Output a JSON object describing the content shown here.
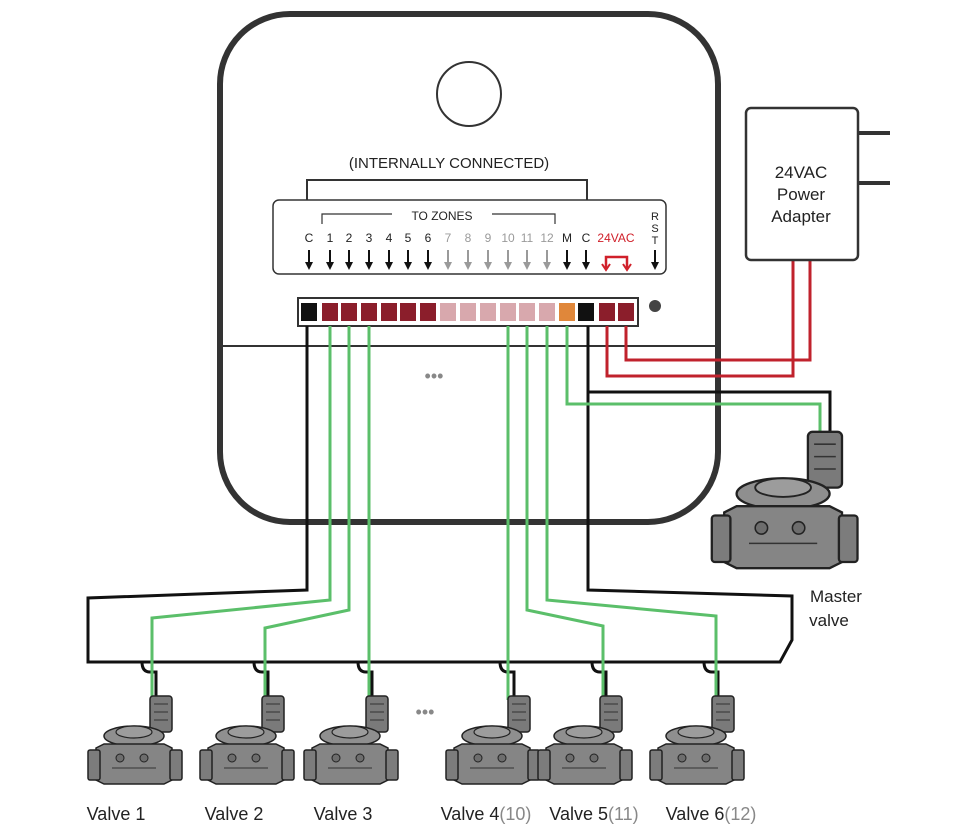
{
  "header": {
    "internally_connected": "(INTERNALLY CONNECTED)",
    "to_zones": "TO ZONES"
  },
  "terminals": {
    "c_left": "C",
    "zones": [
      "1",
      "2",
      "3",
      "4",
      "5",
      "6",
      "7",
      "8",
      "9",
      "10",
      "11",
      "12"
    ],
    "m": "M",
    "c_right": "C",
    "vac": "24VAC",
    "rst": [
      "R",
      "S",
      "T"
    ]
  },
  "adapter": {
    "line1": "24VAC",
    "line2": "Power",
    "line3": "Adapter"
  },
  "master": {
    "line1": "Master",
    "line2": "valve"
  },
  "ellipsis": "•••",
  "valves": [
    {
      "name": "Valve 1",
      "alt": ""
    },
    {
      "name": "Valve 2",
      "alt": ""
    },
    {
      "name": "Valve 3",
      "alt": ""
    },
    {
      "name": "Valve 4",
      "alt": "(10)"
    },
    {
      "name": "Valve 5",
      "alt": "(11)"
    },
    {
      "name": "Valve 6",
      "alt": "(12)"
    }
  ],
  "colors": {
    "black_terminal": "#111111",
    "dark_red_terminal": "#8b1e2b",
    "pink_terminal": "#d8a8ad",
    "orange_terminal": "#e0873a",
    "green_wire": "#5bbf6a",
    "red_wire": "#c0222c",
    "black_wire": "#111111",
    "valve_gray": "#8a8a8a",
    "accent_red_text": "#d0202a",
    "arrow_gray": "#9a9a9a"
  }
}
